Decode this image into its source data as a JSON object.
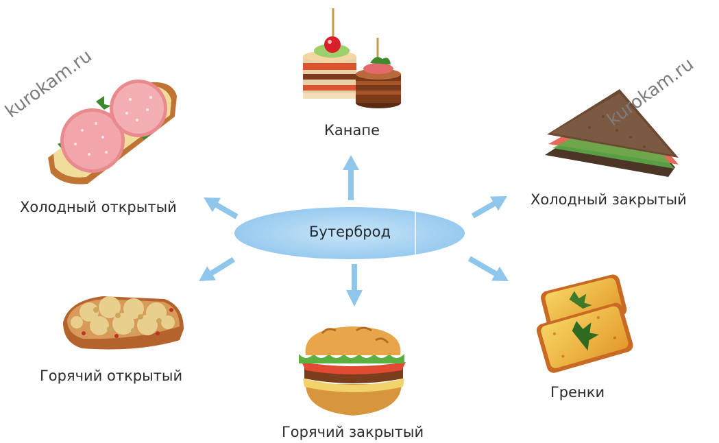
{
  "diagram": {
    "center": "Бутерброд",
    "items": {
      "canape": "Канапе",
      "cold_open": "Холодный открытый",
      "cold_closed": "Холодный закрытый",
      "hot_open": "Горячий открытый",
      "hot_closed": "Горячий закрытый",
      "toasts": "Гренки"
    }
  },
  "watermark": {
    "left": "kurokam.ru",
    "right": "kurokam.ru"
  },
  "colors": {
    "ellipse": "#a7d3f2",
    "arrow": "#8fc6ec",
    "text": "#2b2b2b"
  }
}
